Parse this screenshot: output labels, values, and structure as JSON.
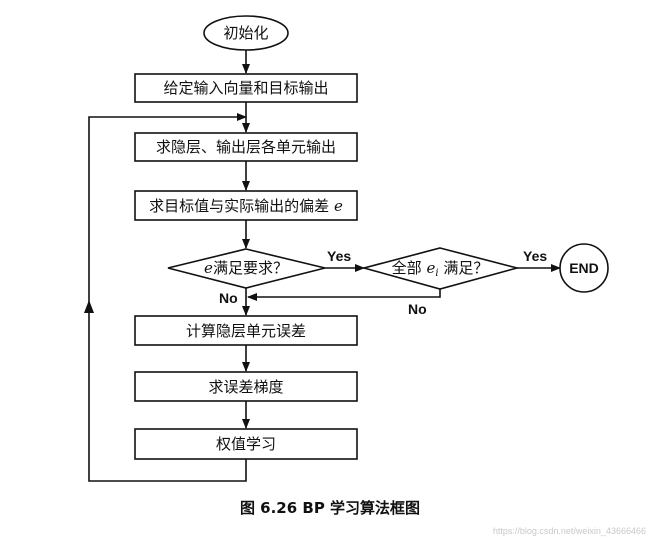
{
  "nodes": {
    "start": "初始化",
    "s1": "给定输入向量和目标输出",
    "s2": "求隐层、输出层各单元输出",
    "s3_prefix": "求目标值与实际输出的偏差 ",
    "s3_var": "e",
    "d1_var": "e",
    "d1_text": "满足要求？",
    "d2_prefix": "全部 ",
    "d2_var": "e",
    "d2_sub": "i",
    "d2_suffix": " 满足？",
    "end": "END",
    "s4": "计算隐层单元误差",
    "s5": "求误差梯度",
    "s6": "权值学习"
  },
  "edges": {
    "yes1": "Yes",
    "yes2": "Yes",
    "no1": "No",
    "no2": "No"
  },
  "caption": "图 6.26   BP 学习算法框图",
  "watermark": "https://blog.csdn.net/weixin_43666466"
}
